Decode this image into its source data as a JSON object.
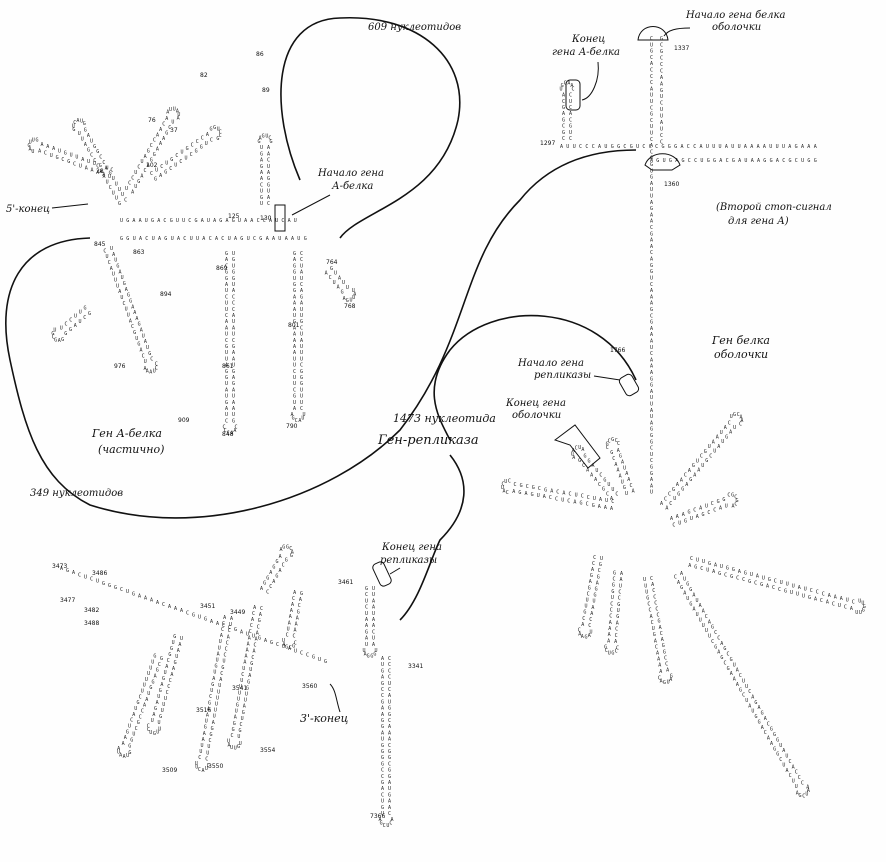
{
  "labels": {
    "nucleotides_609": "609 нуклеотидов",
    "five_prime_end": "5'-конец",
    "a_gene_start": [
      "Начало гена",
      "А-белка"
    ],
    "a_gene_end": [
      "Конец",
      "гена А-белка"
    ],
    "coat_gene_start": [
      "Начало гена белка",
      "оболочки"
    ],
    "second_stage": [
      "(Второй стоп-сигнал",
      "для гена А)"
    ],
    "a_gene_partial": [
      "Ген А-белка",
      "(частично)"
    ],
    "nucleotides_349": "349 нуклеотидов",
    "nucleotides_1473": "1473 нуклеотида",
    "replicase_gene": "Ген-репликаза",
    "coat_protein_gene": [
      "Ген белка",
      "оболочки"
    ],
    "replicase_start": [
      "Начало гена",
      "репликазы"
    ],
    "coat_gene_end": [
      "Конец гена",
      "оболочки"
    ],
    "replicase_end": [
      "Конец гена",
      "репликазы"
    ],
    "three_prime_end": "3'-конец"
  },
  "positions": [
    "86",
    "82",
    "89",
    "76",
    "37",
    "102",
    "28",
    "125",
    "130",
    "845",
    "863",
    "869",
    "894",
    "976",
    "909",
    "861",
    "848",
    "801",
    "764",
    "768",
    "790",
    "1297",
    "1337",
    "1360",
    "1766",
    "3473",
    "3486",
    "3477",
    "3482",
    "3488",
    "3451",
    "3449",
    "3461",
    "3341",
    "3541",
    "3560",
    "3516",
    "3554",
    "3550",
    "3509",
    "7366"
  ],
  "nucleotide_letters": "AUGC"
}
